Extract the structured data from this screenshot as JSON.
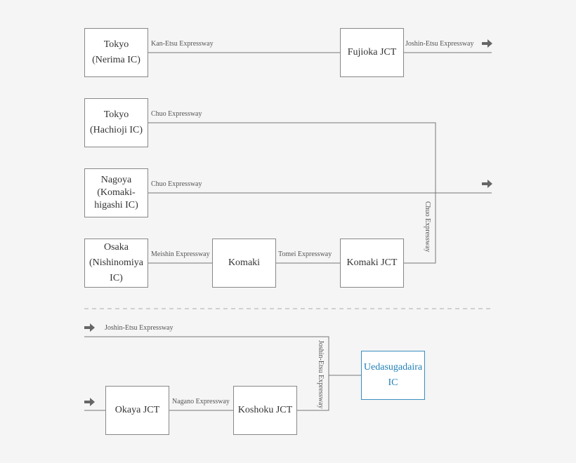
{
  "nodes": {
    "tokyo_nerima": [
      "Tokyo",
      "(Nerima IC)"
    ],
    "fujioka_jct": [
      "Fujioka JCT"
    ],
    "tokyo_hachioji": [
      "Tokyo",
      "(Hachioji IC)"
    ],
    "nagoya_komaki": [
      "Nagoya",
      "(Komaki-",
      "higashi IC)"
    ],
    "osaka_nishinomiya": [
      "Osaka",
      "(Nishinomiya IC)"
    ],
    "komaki": [
      "Komaki"
    ],
    "komaki_jct": [
      "Komaki JCT"
    ],
    "okaya_jct": [
      "Okaya JCT"
    ],
    "koshoku_jct": [
      "Koshoku JCT"
    ],
    "uedasugadaira_ic": [
      "Uedasugadaira",
      "IC"
    ]
  },
  "roads": {
    "kan_etsu": "Kan-Etsu Expressway",
    "joshin_etsu_top": "Joshin-Etsu Expressway",
    "chuo_hachioji": "Chuo Expressway",
    "chuo_nagoya": "Chuo Expressway",
    "chuo_vertical": "Chuo Expressway",
    "meishin": "Meishin Expressway",
    "tomei": "Tomei Expressway",
    "joshin_etsu_continue": "Joshin-Etsu Expressway",
    "joshin_etsu_vertical": "Joshin-Etsu Expressway",
    "nagano": "Nagano Expressway"
  },
  "colors": {
    "line": "#777777",
    "box_border": "#888888",
    "destination": "#1f7fb8",
    "arrow": "#666666"
  },
  "icons": [
    "arrow-right-icon"
  ]
}
